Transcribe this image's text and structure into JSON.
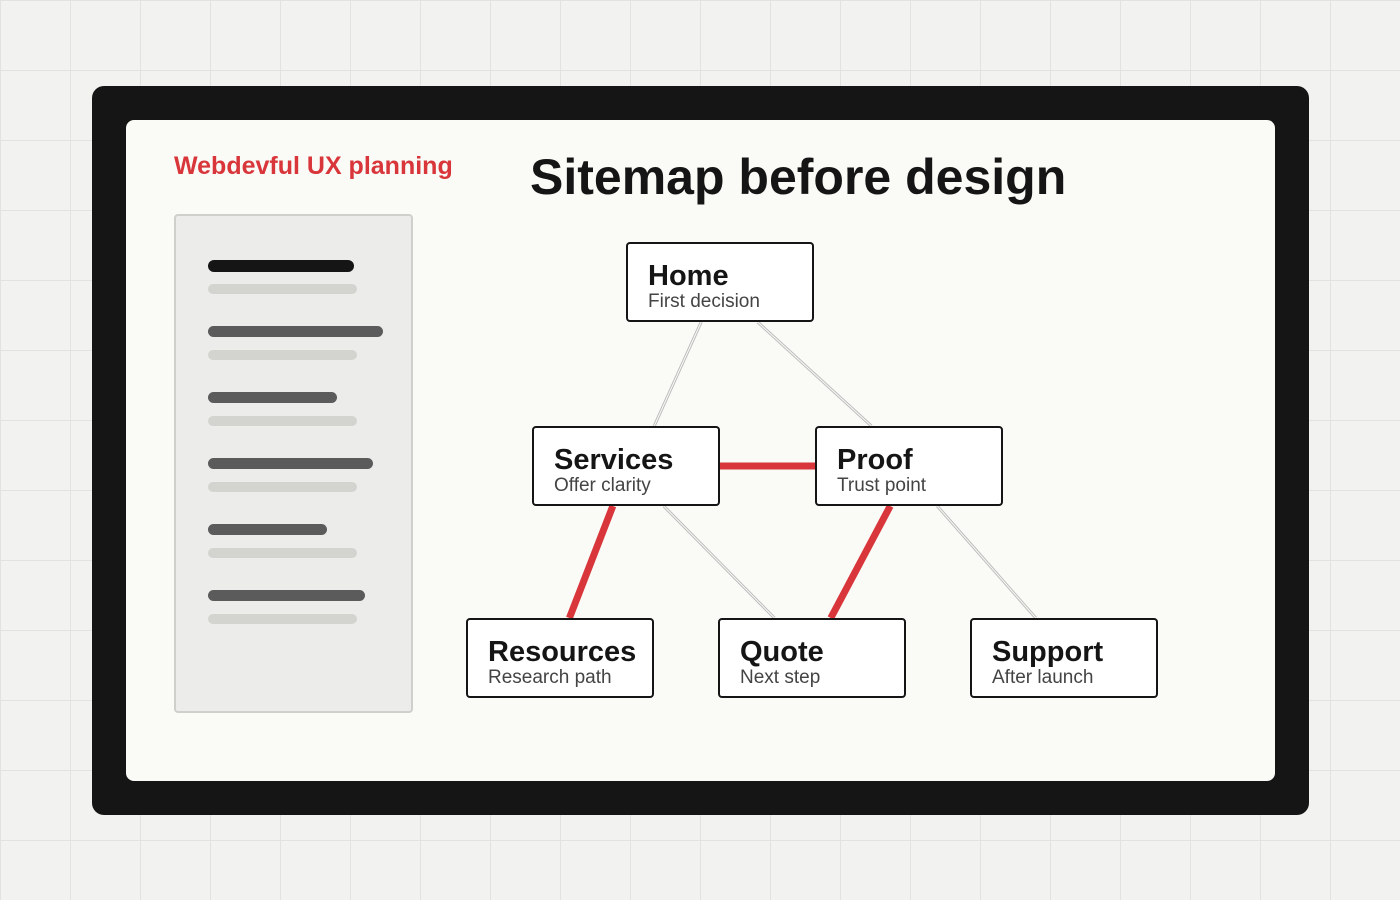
{
  "brand": {
    "label": "Webdevful UX planning",
    "color": "#d8363a"
  },
  "title": "Sitemap before design",
  "colors": {
    "primary_link": "#d8363a",
    "secondary_link": "#bdbdbd",
    "frame": "#151515"
  },
  "nodes": [
    {
      "id": "home",
      "title": "Home",
      "subtitle": "First decision"
    },
    {
      "id": "services",
      "title": "Services",
      "subtitle": "Offer clarity"
    },
    {
      "id": "proof",
      "title": "Proof",
      "subtitle": "Trust point"
    },
    {
      "id": "resources",
      "title": "Resources",
      "subtitle": "Research path"
    },
    {
      "id": "quote",
      "title": "Quote",
      "subtitle": "Next step"
    },
    {
      "id": "support",
      "title": "Support",
      "subtitle": "After launch"
    }
  ],
  "links": [
    {
      "from": "home",
      "to": "services",
      "style": "secondary"
    },
    {
      "from": "home",
      "to": "proof",
      "style": "secondary"
    },
    {
      "from": "services",
      "to": "proof",
      "style": "primary"
    },
    {
      "from": "services",
      "to": "resources",
      "style": "primary"
    },
    {
      "from": "services",
      "to": "quote",
      "style": "secondary"
    },
    {
      "from": "proof",
      "to": "quote",
      "style": "primary"
    },
    {
      "from": "proof",
      "to": "support",
      "style": "secondary"
    }
  ]
}
